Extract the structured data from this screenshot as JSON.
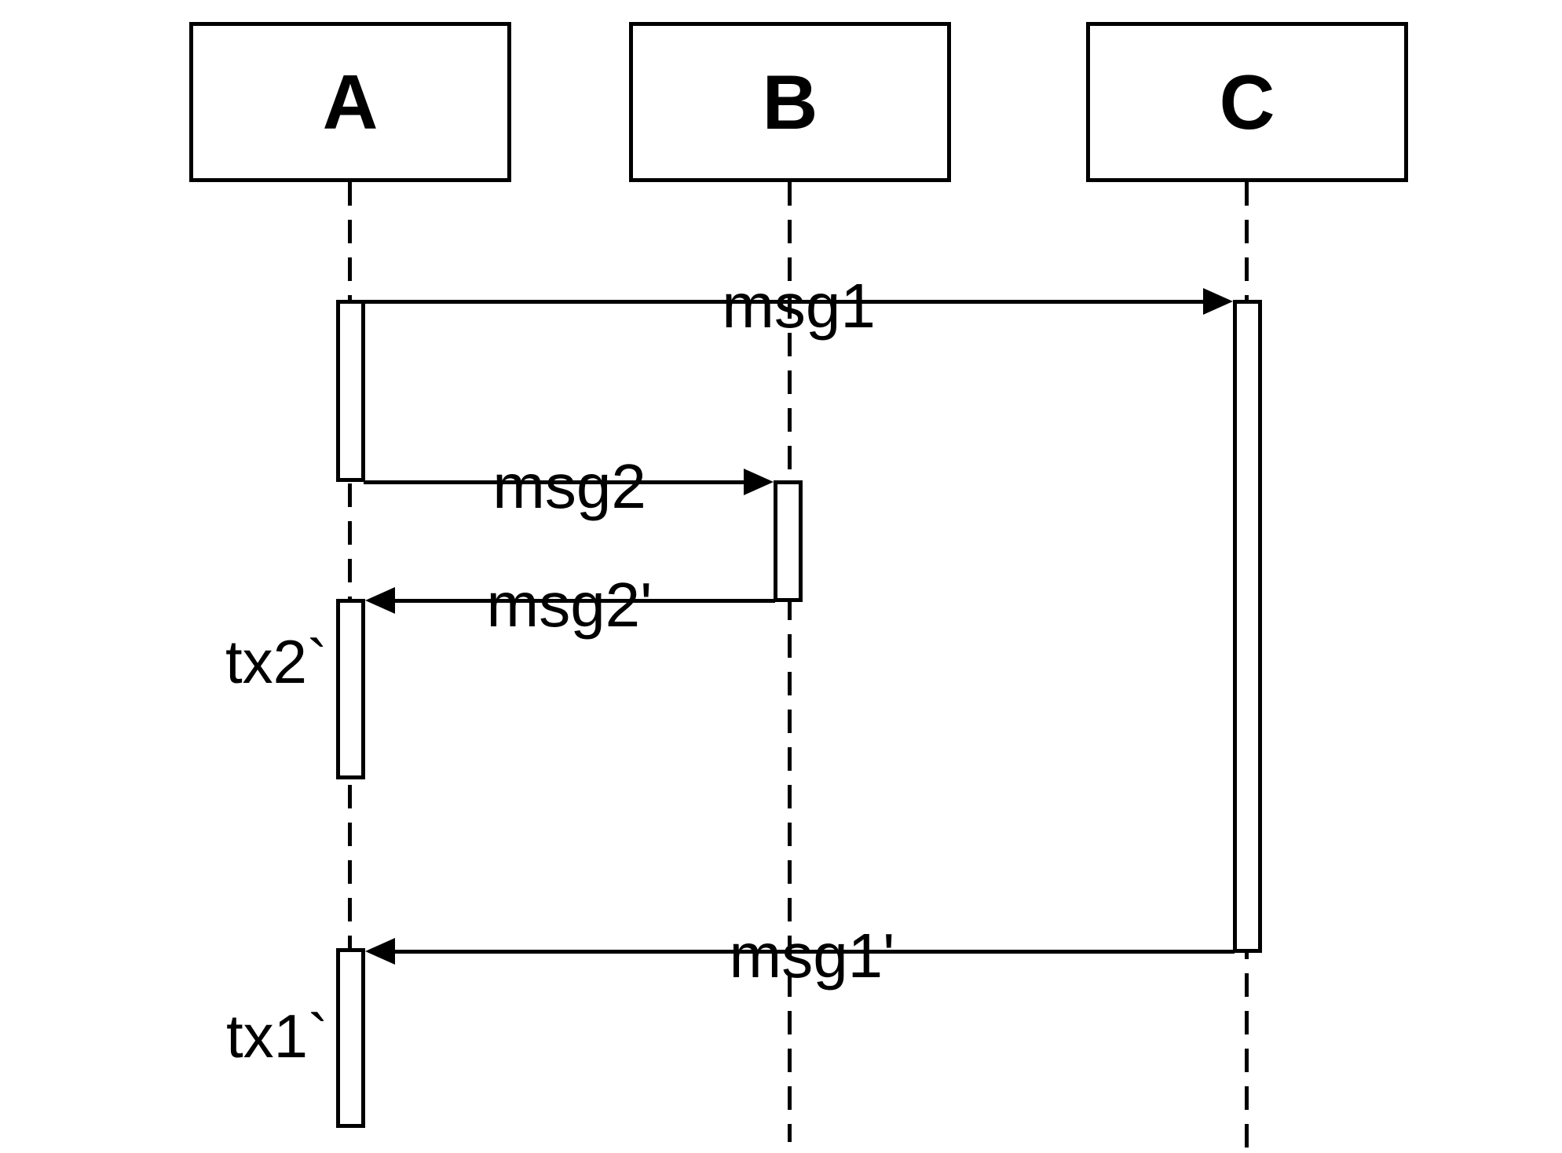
{
  "diagram": {
    "type": "uml-sequence",
    "background_color": "#ffffff",
    "line_color": "#000000",
    "actors": [
      {
        "label": "A"
      },
      {
        "label": "B"
      },
      {
        "label": "C"
      }
    ],
    "messages": [
      {
        "label": "msg1",
        "from": "A",
        "to": "C",
        "direction": "right"
      },
      {
        "label": "msg2",
        "from": "A",
        "to": "B",
        "direction": "right"
      },
      {
        "label": "msg2'",
        "from": "B",
        "to": "A",
        "direction": "left"
      },
      {
        "label": "msg1'",
        "from": "C",
        "to": "A",
        "direction": "left"
      }
    ],
    "activation_labels": [
      {
        "label": "tx2`",
        "attached_to": "A"
      },
      {
        "label": "tx1`",
        "attached_to": "A"
      }
    ]
  }
}
